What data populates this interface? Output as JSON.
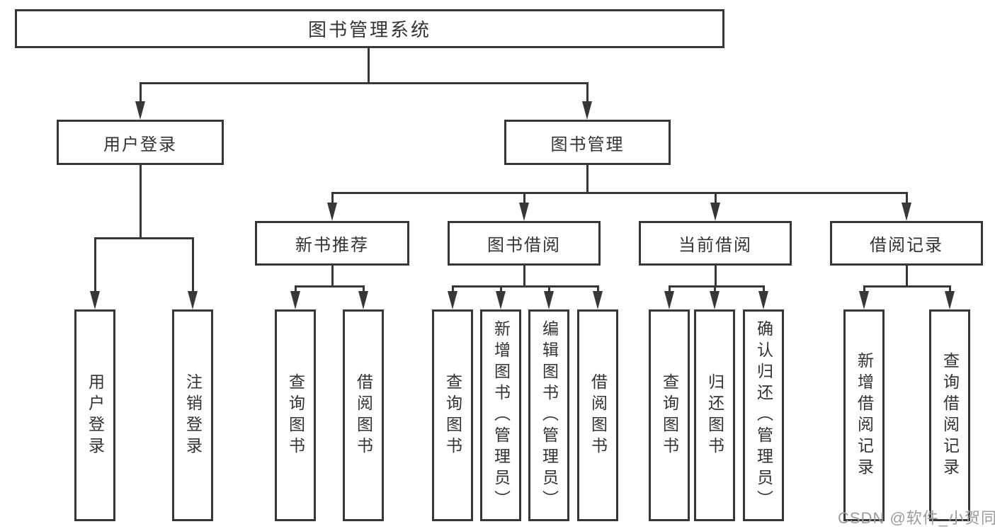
{
  "colors": {
    "line": "#373737",
    "text": "#333333",
    "watermark": "#9b9b9b",
    "background": "#ffffff"
  },
  "watermark": {
    "text": "CSDN @软件_小贺同学"
  },
  "diagram": {
    "root": {
      "label": "图书管理系统"
    },
    "user_login": {
      "label": "用户登录",
      "children": [
        {
          "label": "用户登录"
        },
        {
          "label": "注销登录"
        }
      ]
    },
    "book_mgmt": {
      "label": "图书管理",
      "children": [
        {
          "label": "新书推荐",
          "children": [
            {
              "label": "查询图书"
            },
            {
              "label": "借阅图书"
            }
          ]
        },
        {
          "label": "图书借阅",
          "children": [
            {
              "label": "查询图书"
            },
            {
              "label": "新增图书（管理员）"
            },
            {
              "label": "编辑图书（管理员）"
            },
            {
              "label": "借阅图书"
            }
          ]
        },
        {
          "label": "当前借阅",
          "children": [
            {
              "label": "查询图书"
            },
            {
              "label": "归还图书"
            },
            {
              "label": "确认归还（管理员）"
            }
          ]
        },
        {
          "label": "借阅记录",
          "children": [
            {
              "label": "新增借阅记录"
            },
            {
              "label": "查询借阅记录"
            }
          ]
        }
      ]
    }
  }
}
